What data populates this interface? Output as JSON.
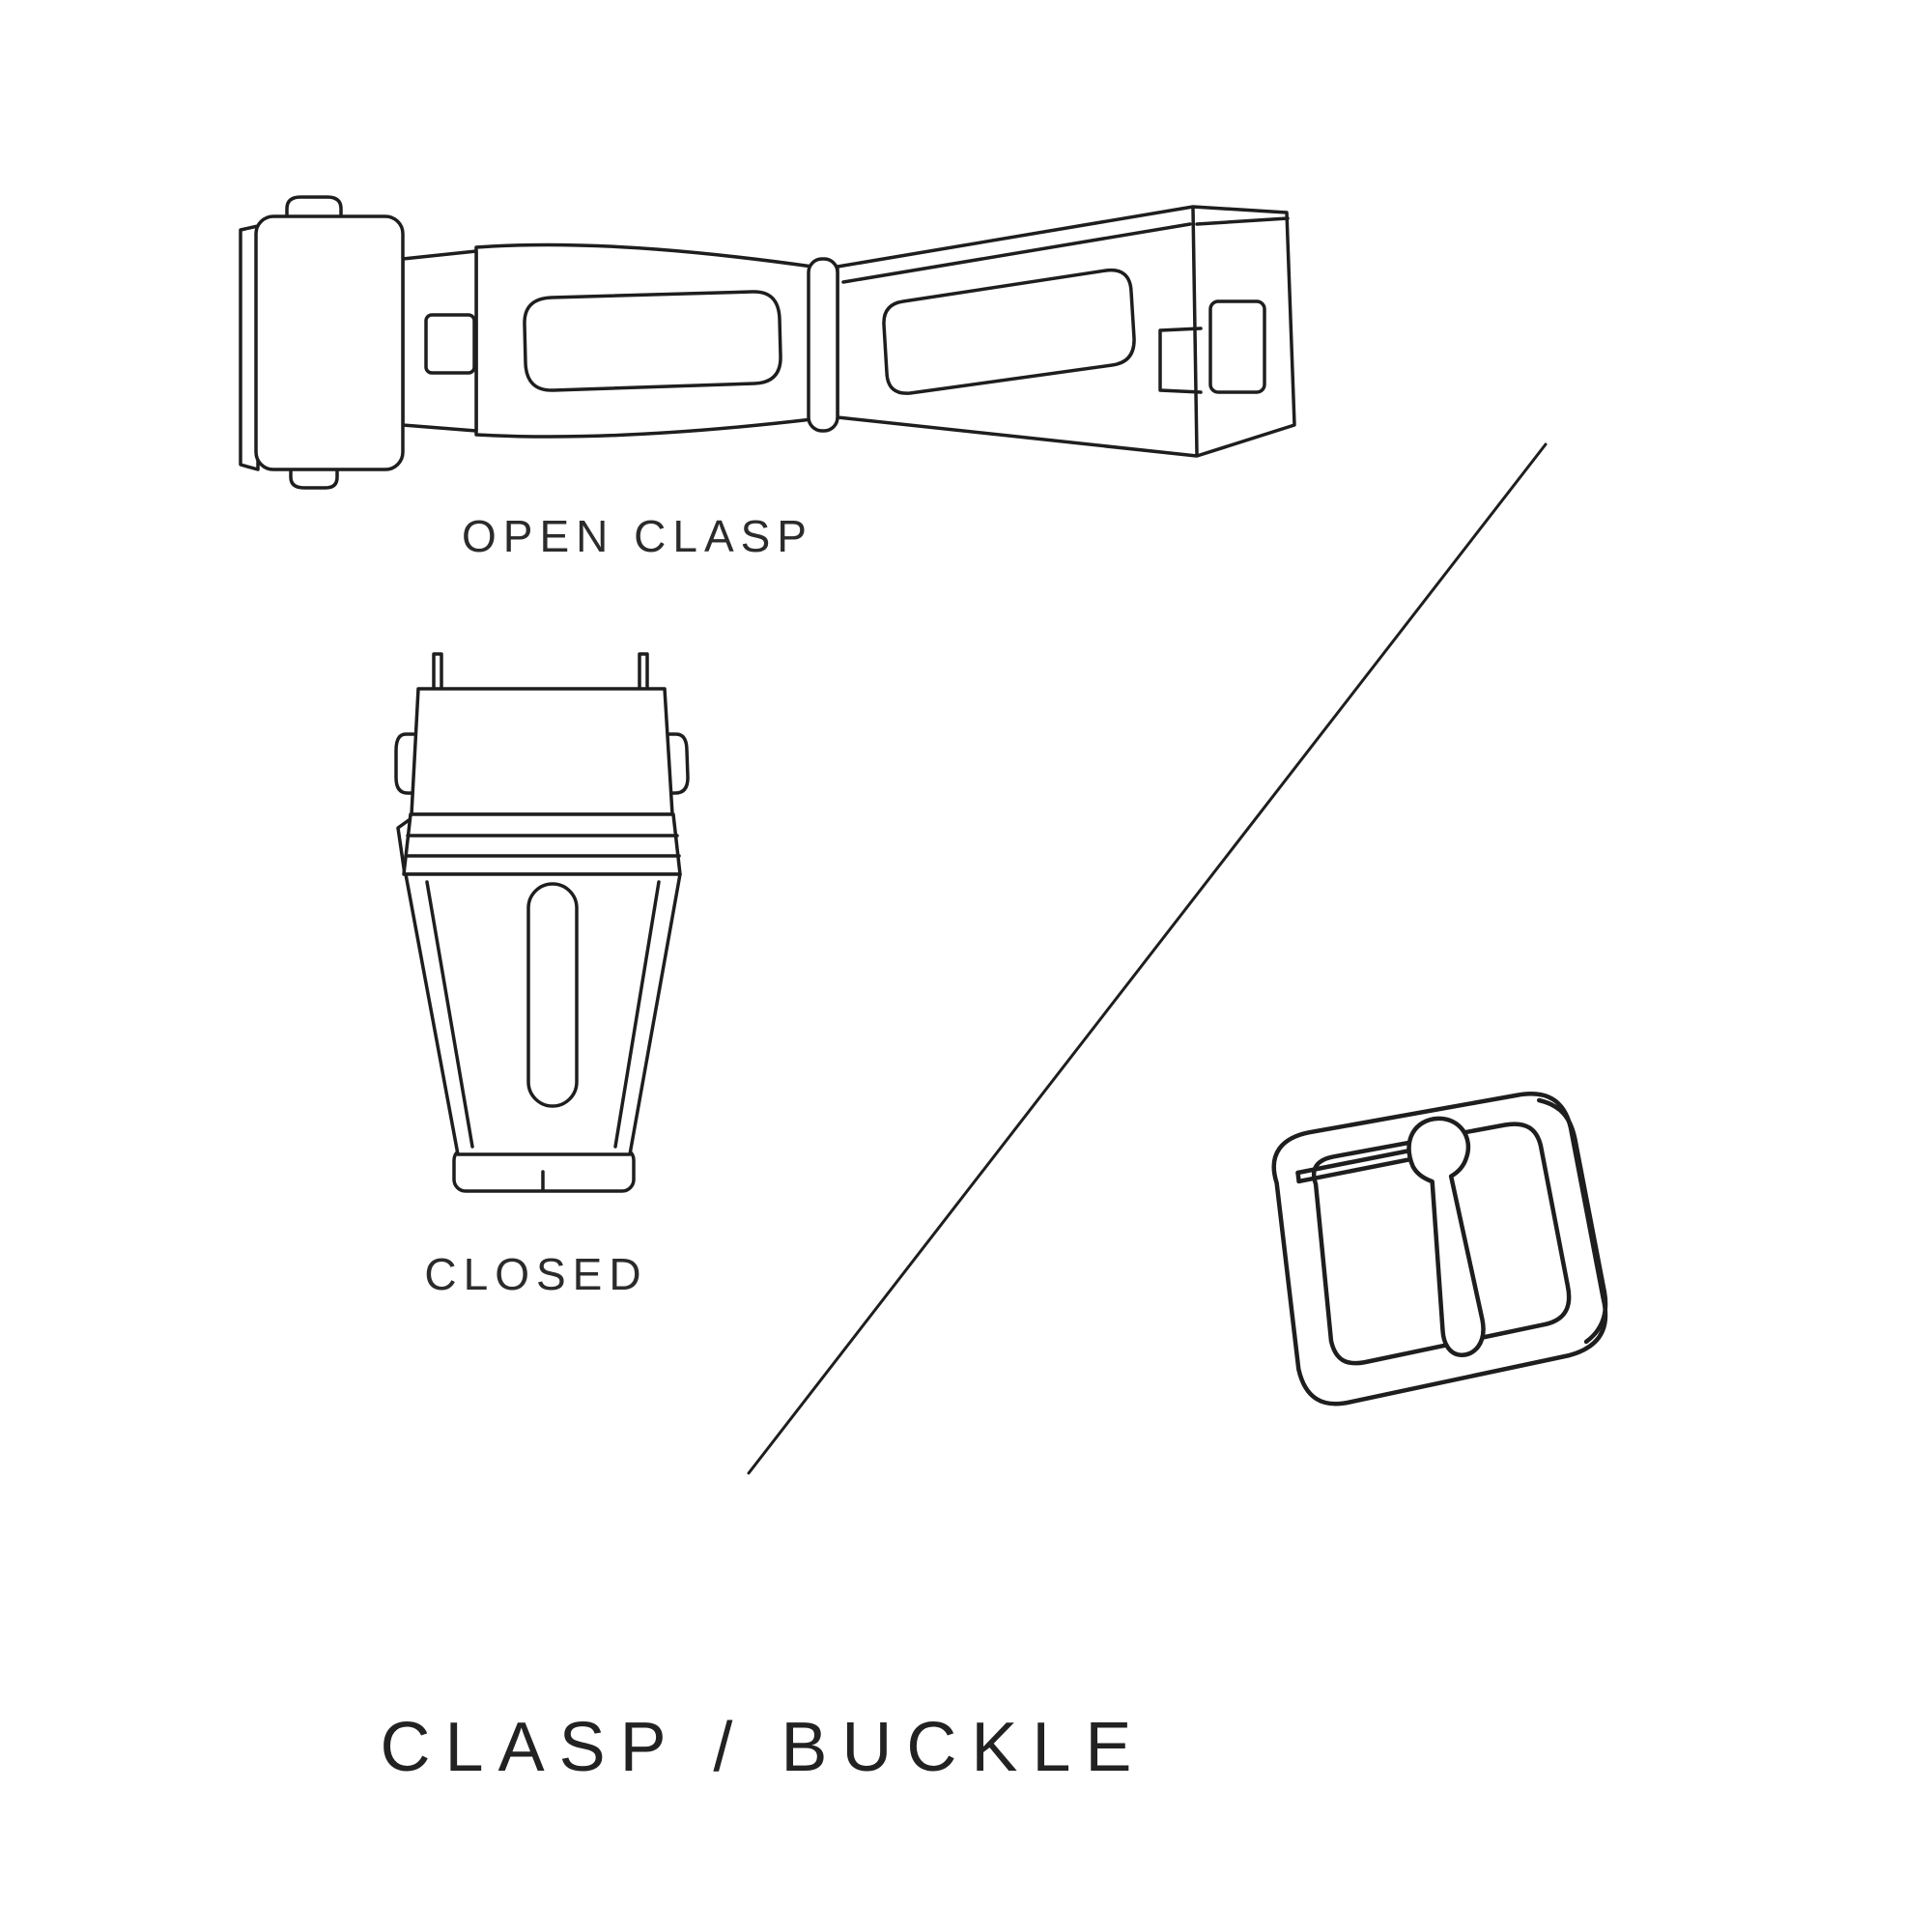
{
  "colors": {
    "ink": "#1e1e1e",
    "text": "#2b2b2b",
    "background": "#ffffff"
  },
  "title": "CLASP / BUCKLE",
  "figures": {
    "open_clasp": {
      "label": "OPEN CLASP"
    },
    "closed_clasp": {
      "label": "CLOSED"
    },
    "pin_buckle": {
      "label": ""
    }
  }
}
